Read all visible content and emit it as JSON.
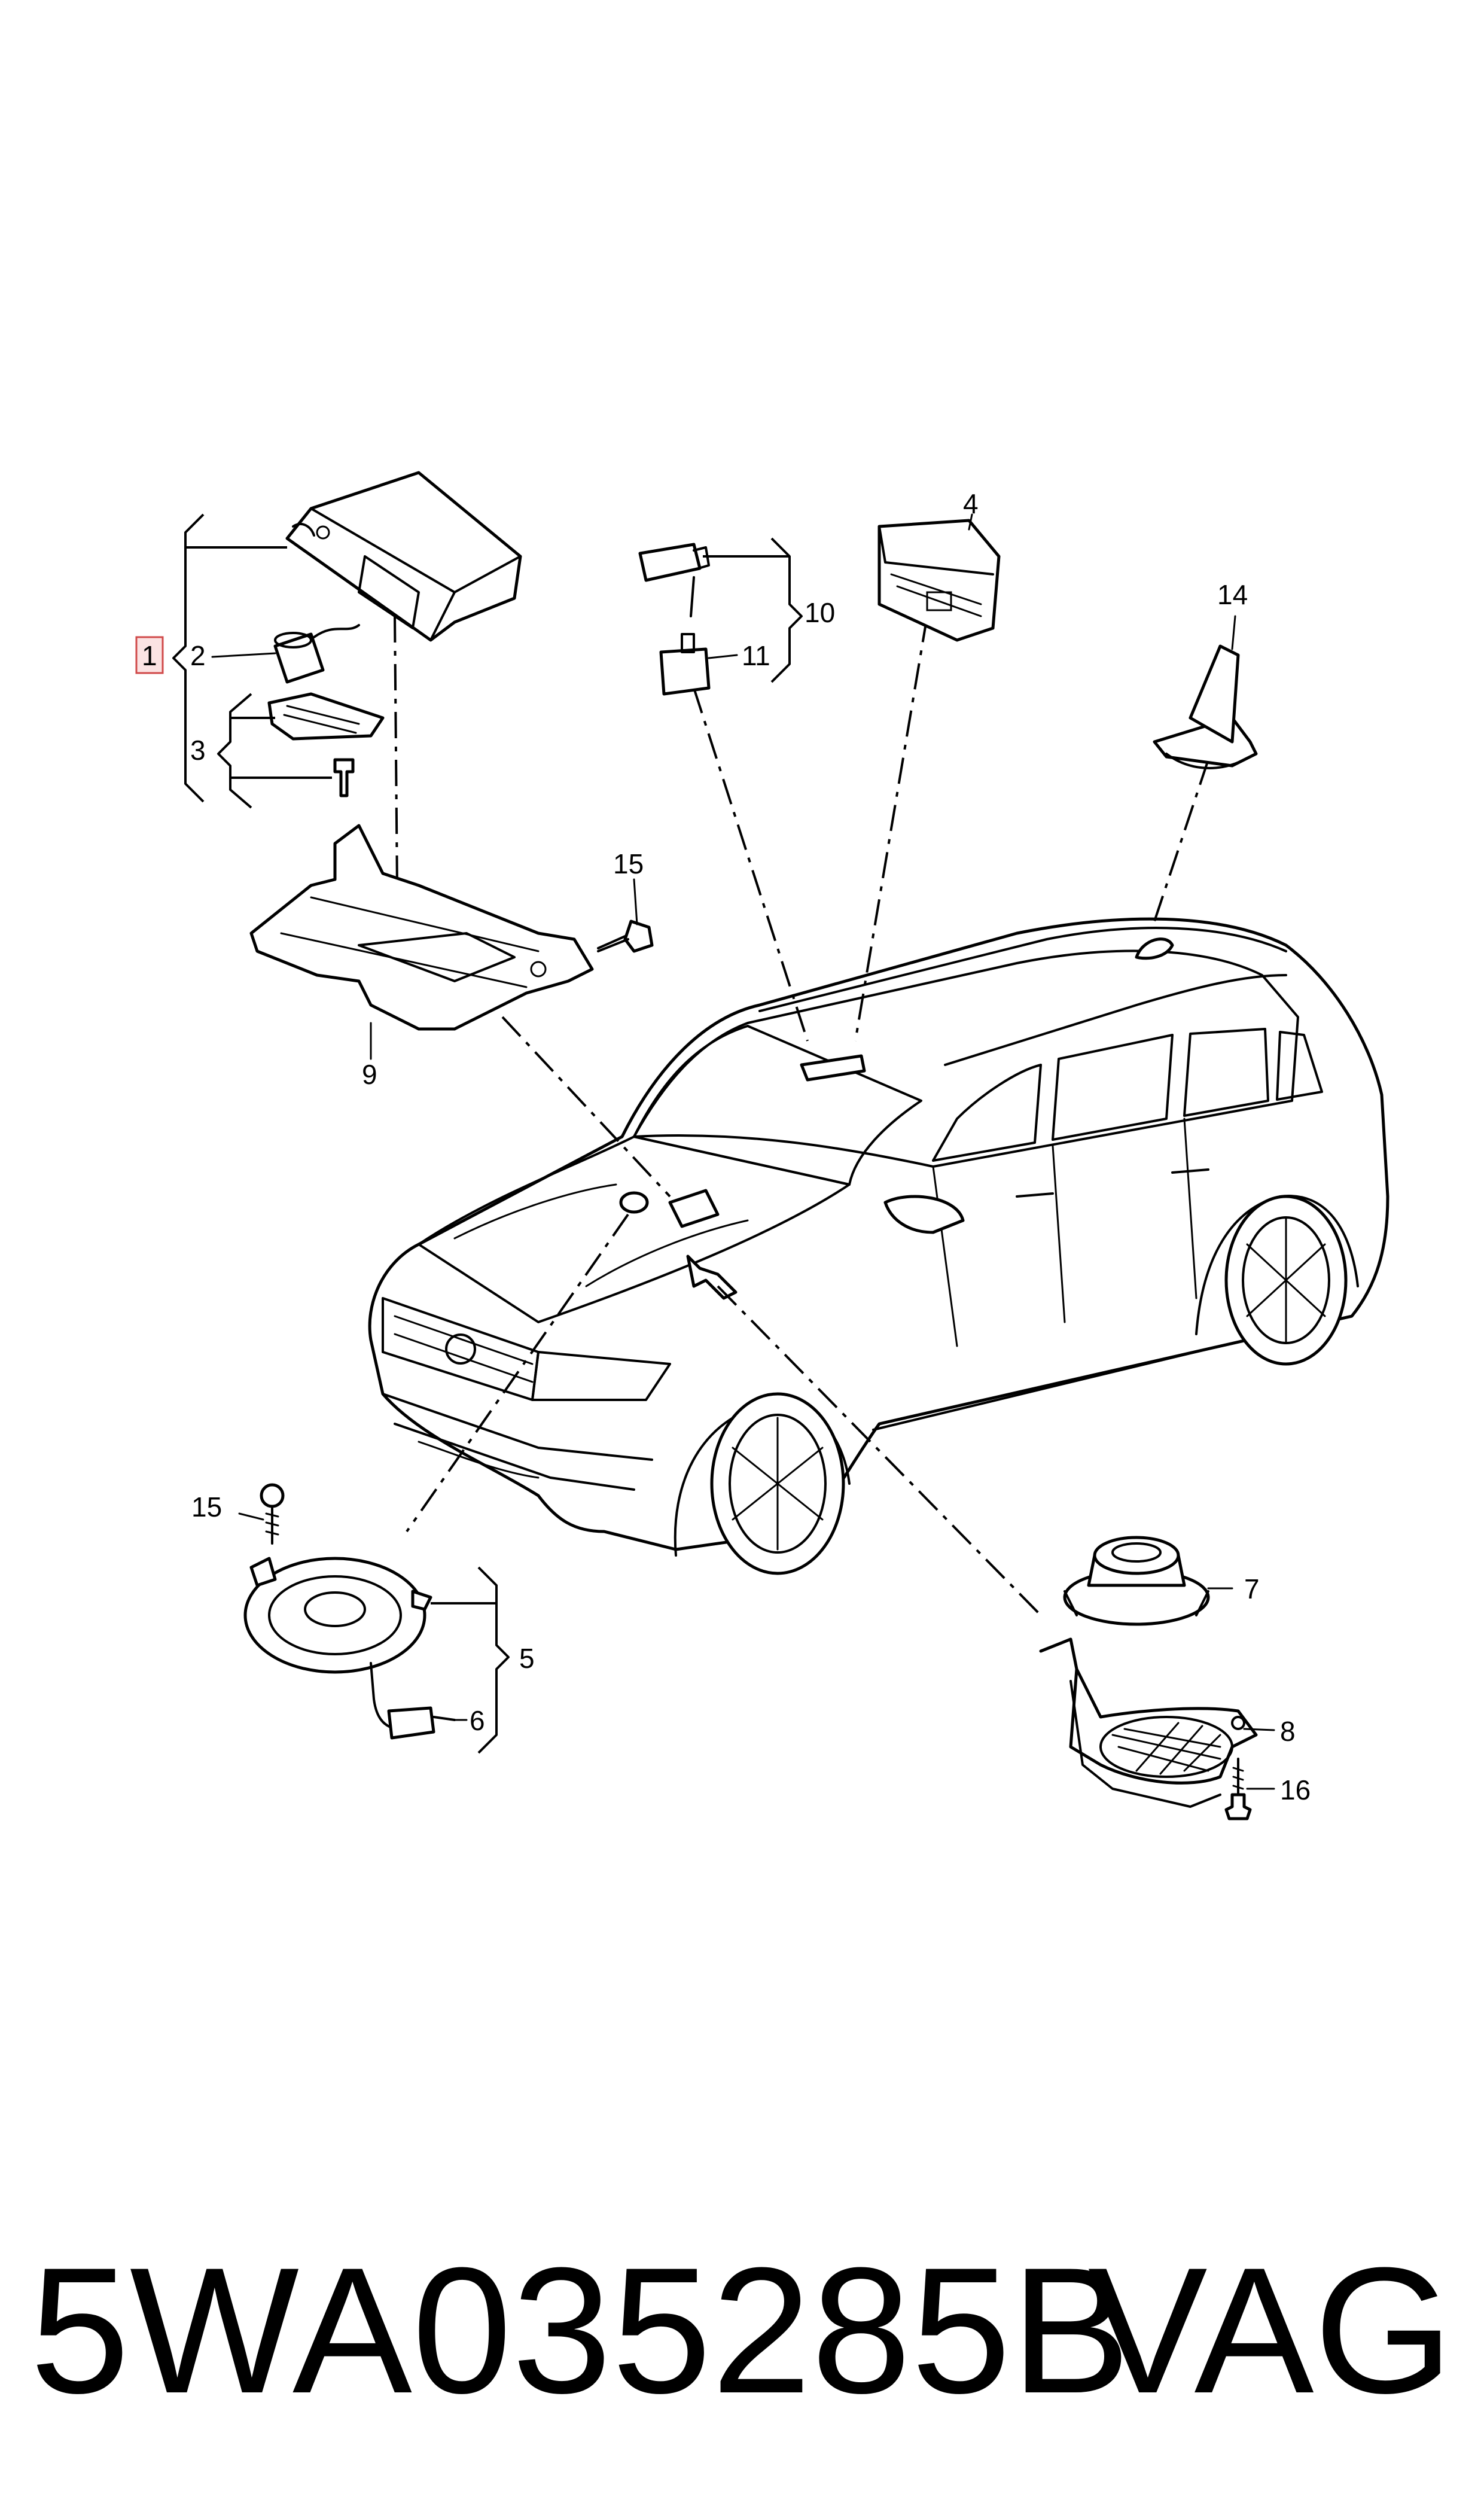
{
  "callouts": {
    "c1": "1",
    "c2": "2",
    "c3": "3",
    "c4": "4",
    "c5": "5",
    "c6": "6",
    "c7": "7",
    "c8": "8",
    "c9": "9",
    "c10": "10",
    "c11": "11",
    "c14": "14",
    "c15a": "15",
    "c15b": "15",
    "c16": "16"
  },
  "footer": {
    "part_number": "5WA035285B",
    "brand": "VAG"
  },
  "colors": {
    "line": "#000000",
    "background": "#ffffff",
    "highlight_box": "#d04a4a"
  }
}
